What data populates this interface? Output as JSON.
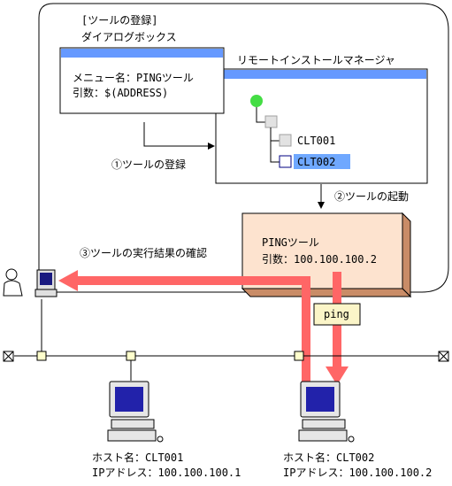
{
  "dialog": {
    "title_line1": "[ツールの登録]",
    "title_line2": "ダイアログボックス",
    "menu_name": "メニュー名：PINGツール",
    "argument": "引数：$(ADDRESS)"
  },
  "manager": {
    "title": "リモートインストールマネージャ",
    "tree": [
      "CLT001",
      "CLT002"
    ],
    "selected": "CLT002"
  },
  "steps": {
    "register": "①ツールの登録",
    "launch": "②ツールの起動",
    "confirm": "③ツールの実行結果の確認"
  },
  "ping_tool": {
    "name": "PINGツール",
    "argument": "引数：100.100.100.2"
  },
  "ping_label": "ping",
  "hosts": [
    {
      "host": "ホスト名：CLT001",
      "ip": "IPアドレス：100.100.100.1"
    },
    {
      "host": "ホスト名：CLT002",
      "ip": "IPアドレス：100.100.100.2"
    }
  ],
  "colors": {
    "title_bar": "#6699ff",
    "arrow": "#ff6666",
    "ping_box": "#fde3cf",
    "ping_label_bg": "#fbf5c8",
    "node_box": "#ffffcc",
    "tree_root": "#44dd44",
    "selected_bg": "#6fa8ff"
  }
}
